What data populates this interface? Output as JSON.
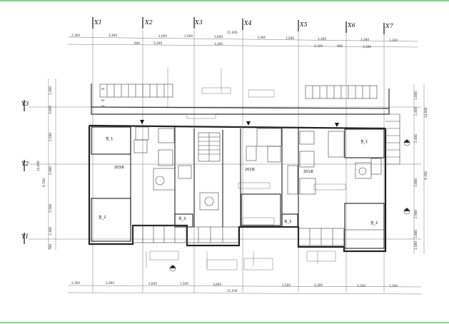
{
  "axes_x": [
    {
      "label": "X1"
    },
    {
      "label": "X2"
    },
    {
      "label": "X3"
    },
    {
      "label": "X4"
    },
    {
      "label": "X5"
    },
    {
      "label": "X6"
    },
    {
      "label": "X7"
    }
  ],
  "axes_y": [
    {
      "label": "Y3"
    },
    {
      "label": "Y2"
    },
    {
      "label": "Y1"
    }
  ],
  "dims_top_row1": [
    "2,300",
    "3,300",
    "2,600",
    "1,500",
    "3,600",
    "3,300",
    "1,500",
    "3,300",
    "3,300",
    "1,200"
  ],
  "dims_top_total": "21,000",
  "dims_top_row2": [
    "600",
    "3,100",
    "3,300",
    "3,100",
    "900",
    "3,300"
  ],
  "dims_bottom_row1": [
    "2,300",
    "3,300",
    "2,600",
    "1,500",
    "3,600",
    "1,500",
    "3,300",
    "3,300",
    "1,200"
  ],
  "dims_bottom_total": "21,540",
  "dims_left": [
    "1,200",
    "3,600",
    "2,500",
    "2,600",
    "2,500",
    "1,300",
    "700"
  ],
  "dims_left_total": [
    "14,000",
    "9,700"
  ],
  "dims_right": [
    "1,000",
    "1,400",
    "2,400",
    "3,600",
    "2,900",
    "1,800",
    "1,000"
  ],
  "dims_right_total": [
    "14,000",
    "9,700"
  ],
  "rooms": {
    "bed1_left": "침_1",
    "bed2_left": "침_2",
    "unit_left": "203호",
    "unit_mid": "202호",
    "unit_right": "201호",
    "bath_mid": "욕_3",
    "bed1_right": "침_1",
    "bed2_right": "침_2",
    "util_left": "욕_3"
  },
  "level_marks": [
    "EP",
    "EP",
    "EP"
  ]
}
